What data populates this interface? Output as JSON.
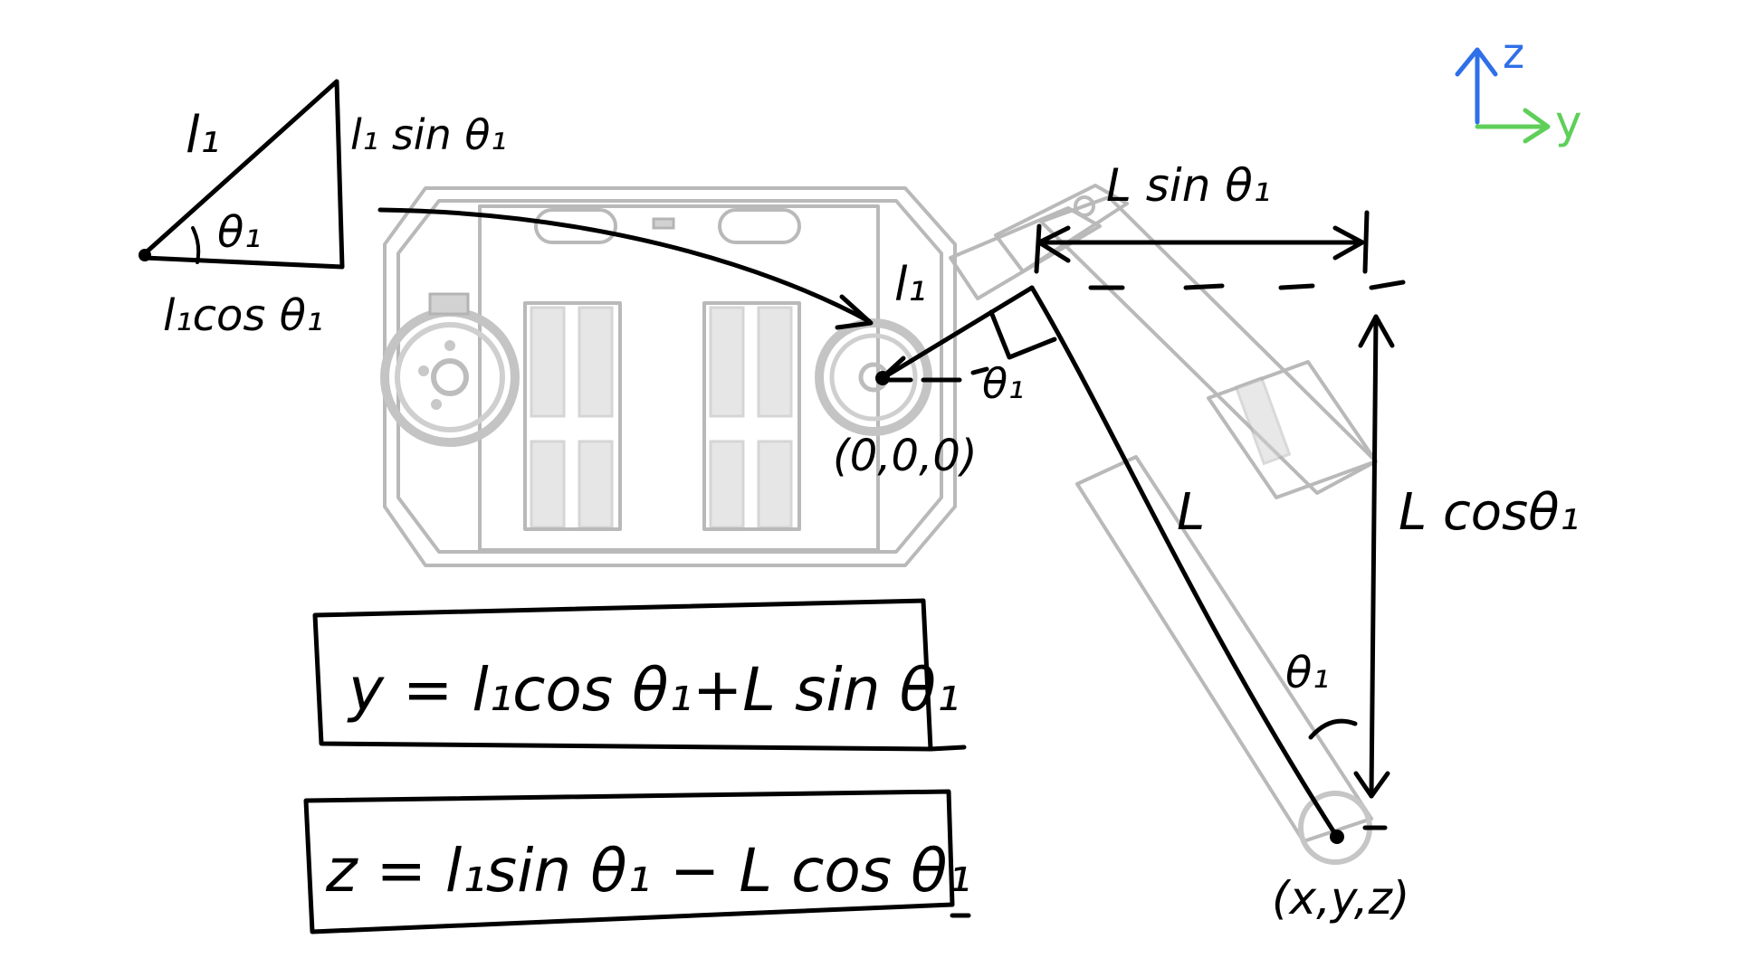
{
  "triangle": {
    "hypotenuse_label": "l₁",
    "opposite_label": "l₁ sin θ₁",
    "adjacent_label": "l₁cos θ₁",
    "angle_label": "θ₁"
  },
  "arm": {
    "link1_label": "l₁",
    "joint_angle_label": "θ₁",
    "origin_label": "(0,0,0)",
    "link2_label": "L",
    "horizontal_dim_label": "L sin θ₁",
    "vertical_dim_label": "L cosθ₁",
    "end_angle_label": "θ₁",
    "end_point_label": "(x,y,z)"
  },
  "axes": {
    "z_label": "z",
    "y_label": "y",
    "z_color": "#2f6fe8",
    "y_color": "#5fcf5a"
  },
  "equations": {
    "y_eq": "y = l₁cos θ₁+L sin θ₁",
    "z_eq": "z = l₁sin θ₁ − L cos θ₁"
  }
}
